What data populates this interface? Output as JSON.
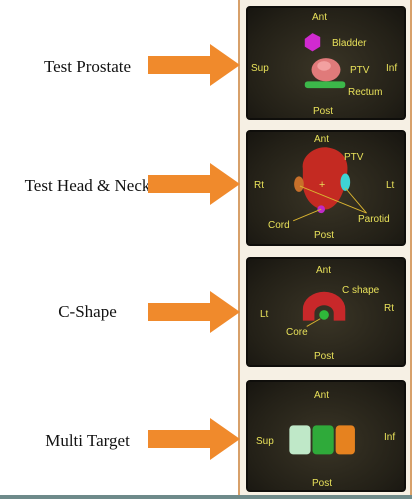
{
  "rows": [
    {
      "label": "Test Prostate",
      "orient": {
        "top": "Ant",
        "bottom": "Post",
        "left": "Sup",
        "right": "Inf"
      },
      "structures": [
        "Bladder",
        "PTV",
        "Rectum"
      ]
    },
    {
      "label": "Test Head & Neck",
      "orient": {
        "top": "Ant",
        "bottom": "Post",
        "left": "Rt",
        "right": "Lt"
      },
      "structures": [
        "PTV",
        "Parotid",
        "Cord"
      ]
    },
    {
      "label": "C-Shape",
      "orient": {
        "top": "Ant",
        "bottom": "Post",
        "left": "Lt",
        "right": "Rt"
      },
      "structures": [
        "C shape",
        "Core"
      ]
    },
    {
      "label": "Multi Target",
      "orient": {
        "top": "Ant",
        "bottom": "Post",
        "left": "Sup",
        "right": "Inf"
      },
      "structures": []
    }
  ],
  "colors": {
    "arrow": "#f08a2c",
    "label_text": "#e8e15a",
    "bladder": "#d02ad0",
    "ptv": "#e07a7a",
    "rectum": "#3cb84a",
    "hn_ptv": "#c42a22",
    "parotid_left": "#c8702a",
    "parotid_right": "#3fd4d4",
    "cord": "#c02ac8",
    "c_shape": "#c8282a",
    "core": "#2fb83a",
    "multi_1": "#bfe8c8",
    "multi_2": "#2faa3a",
    "multi_3": "#e6821f"
  }
}
